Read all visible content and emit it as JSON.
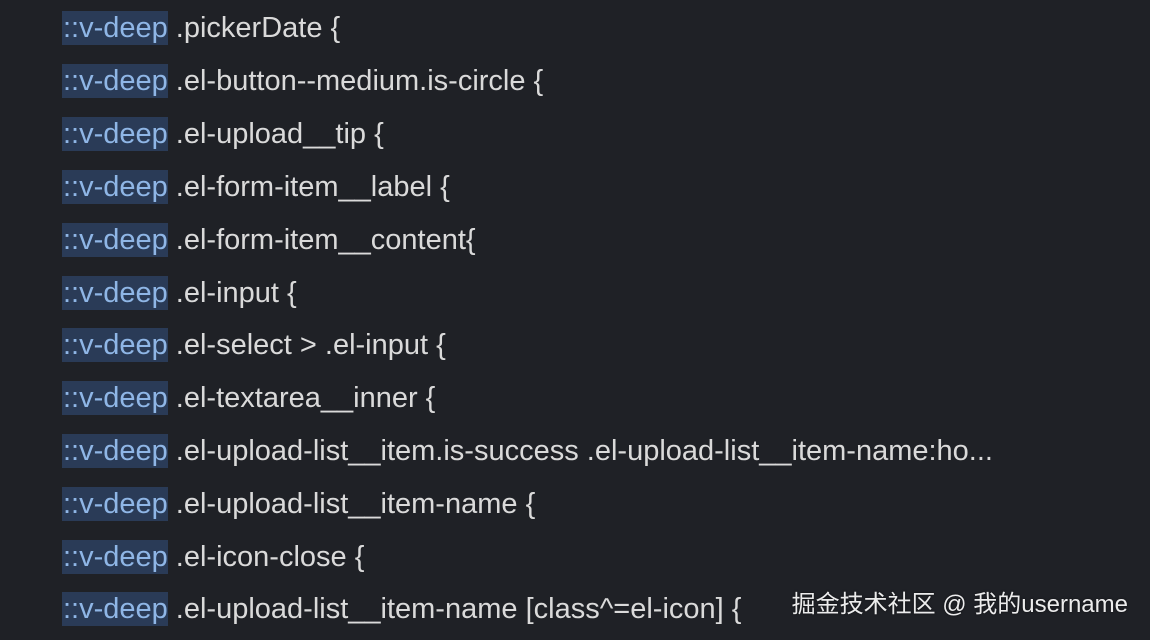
{
  "editor": {
    "lines": [
      {
        "prefix": "::v-deep",
        "text": ".pickerDate {"
      },
      {
        "prefix": "::v-deep",
        "text": ".el-button--medium.is-circle {"
      },
      {
        "prefix": "::v-deep",
        "text": ".el-upload__tip {"
      },
      {
        "prefix": "::v-deep",
        "text": ".el-form-item__label {"
      },
      {
        "prefix": "::v-deep",
        "text": ".el-form-item__content{"
      },
      {
        "prefix": "::v-deep",
        "text": ".el-input {"
      },
      {
        "prefix": "::v-deep",
        "text": ".el-select > .el-input {"
      },
      {
        "prefix": "::v-deep",
        "text": ".el-textarea__inner {"
      },
      {
        "prefix": "::v-deep",
        "text": ".el-upload-list__item.is-success .el-upload-list__item-name:ho..."
      },
      {
        "prefix": "::v-deep",
        "text": ".el-upload-list__item-name {"
      },
      {
        "prefix": "::v-deep",
        "text": ".el-icon-close {"
      },
      {
        "prefix": "::v-deep",
        "text": ".el-upload-list__item-name [class^=el-icon] {"
      }
    ]
  },
  "watermark": {
    "text": "掘金技术社区 @ 我的username"
  },
  "colors": {
    "background": "#1f2126",
    "highlight": "#2a3b57",
    "keyword": "#8fb6e6",
    "text": "#dadada"
  }
}
